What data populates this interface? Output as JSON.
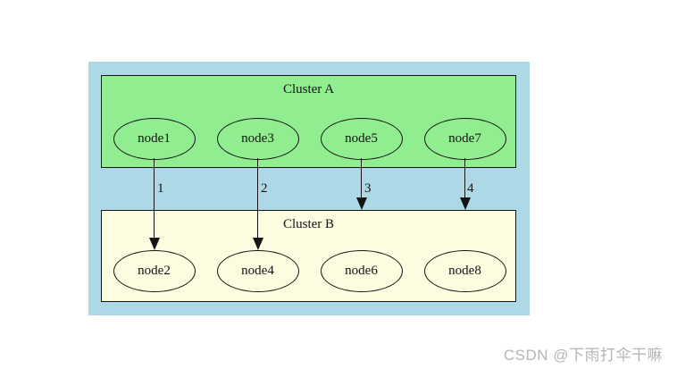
{
  "diagram": {
    "cluster_a": {
      "label": "Cluster A",
      "fill": "#90ee90",
      "nodes": [
        "node1",
        "node3",
        "node5",
        "node7"
      ]
    },
    "cluster_b": {
      "label": "Cluster B",
      "fill": "#fdfbe0",
      "nodes": [
        "node2",
        "node4",
        "node6",
        "node8"
      ]
    },
    "edges": [
      {
        "from": "node1",
        "to": "node2",
        "label": "1"
      },
      {
        "from": "node3",
        "to": "node4",
        "label": "2"
      },
      {
        "from": "node5",
        "to": "Cluster B",
        "label": "3"
      },
      {
        "from": "node7",
        "to": "Cluster B",
        "label": "4"
      }
    ],
    "colors": {
      "canvas": "#ffffff",
      "background": "#add8e6",
      "cluster_a_fill": "#90ee90",
      "cluster_b_fill": "#fdfbe0",
      "stroke": "#000000"
    }
  },
  "watermark": {
    "text": "CSDN @下雨打伞干嘛"
  }
}
